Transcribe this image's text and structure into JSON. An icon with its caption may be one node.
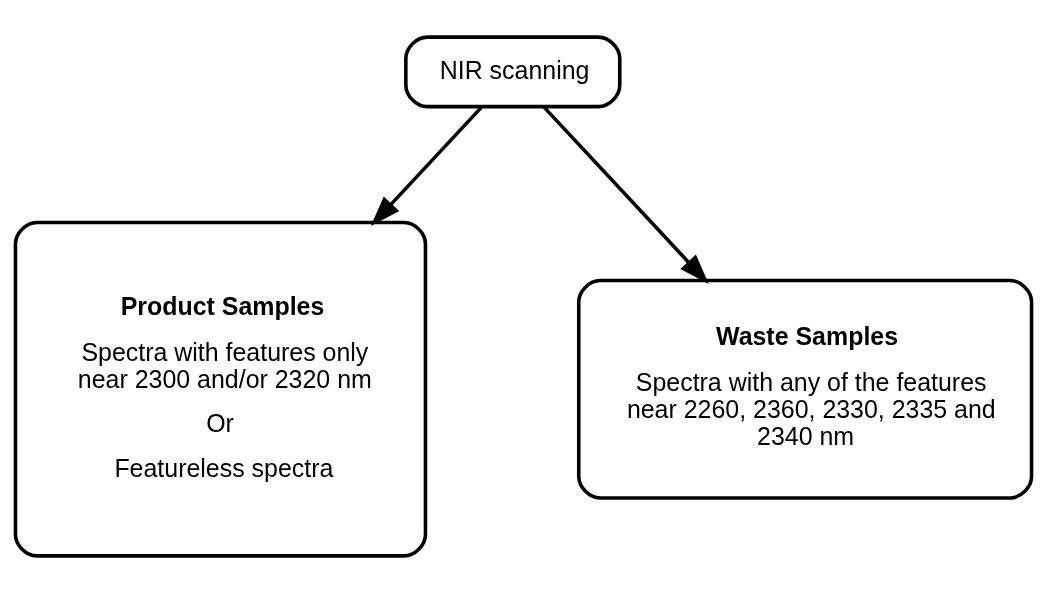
{
  "diagram": {
    "nodes": [
      {
        "text": [
          "NIR scanning"
        ]
      },
      {
        "text": [
          "Product Samples",
          "Spectra with features only near 2300 and/or 2320 nm",
          "Or",
          "Featureless spectra"
        ]
      },
      {
        "text": [
          "Waste Samples",
          "Spectra with any of the features near 2260, 2360, 2330, 2335 and 2340 nm"
        ]
      }
    ],
    "edges": [
      {
        "from": 0,
        "to": 1,
        "arrow": "to"
      },
      {
        "from": 0,
        "to": 2,
        "arrow": "to"
      }
    ]
  }
}
